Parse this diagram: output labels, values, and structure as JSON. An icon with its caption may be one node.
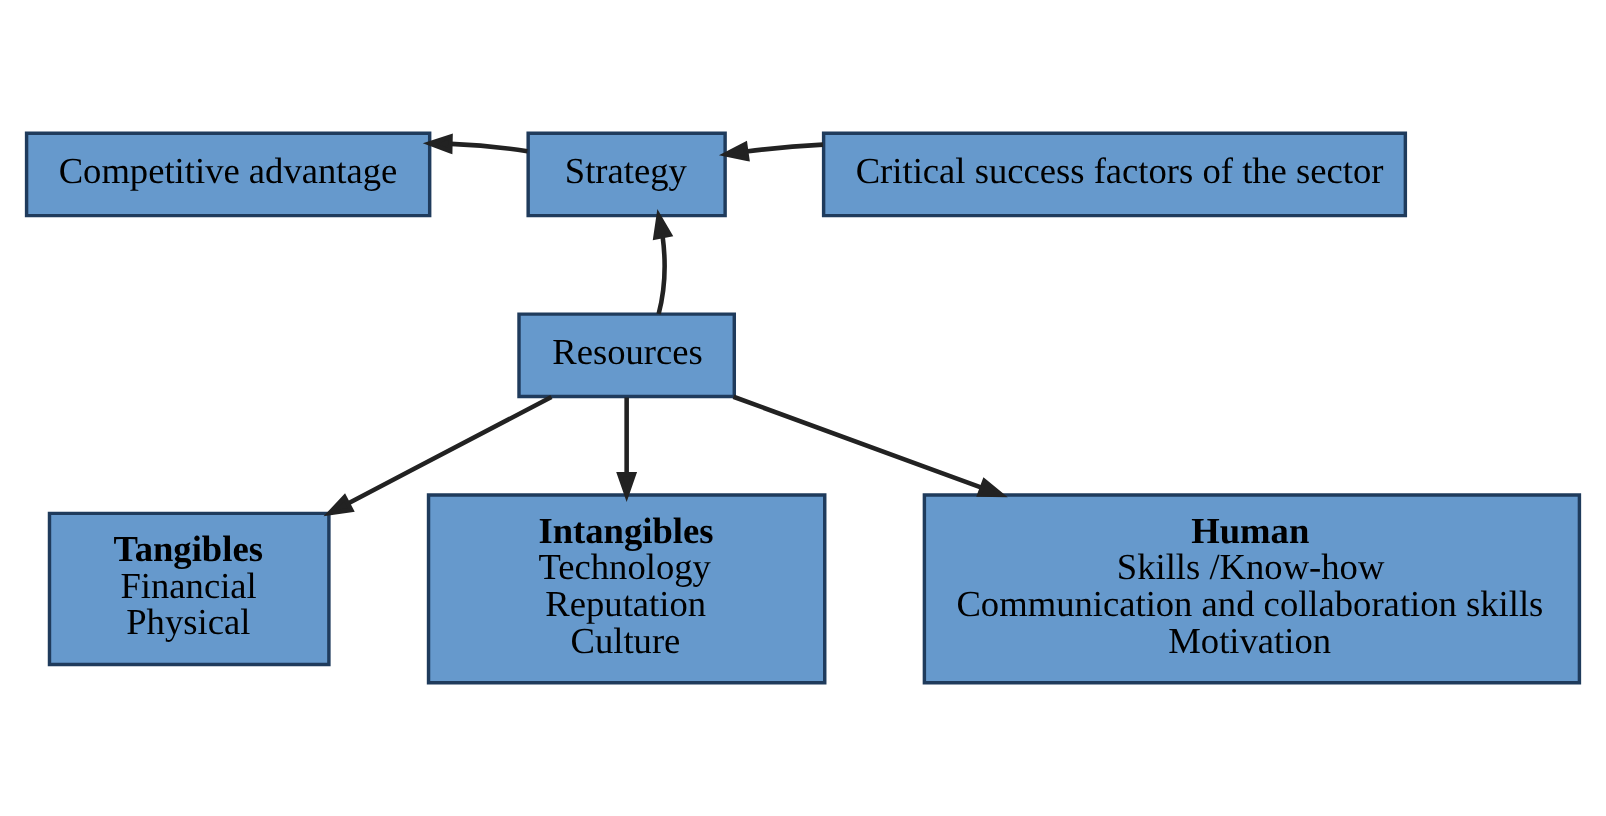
{
  "diagram": {
    "nodes": [
      {
        "text": [
          "Competitive advantage"
        ]
      },
      {
        "text": [
          "Strategy"
        ]
      },
      {
        "text": [
          "Critical success factors of the sector"
        ]
      },
      {
        "text": [
          "Resources"
        ]
      },
      {
        "text": [
          "Tangibles",
          "Financial",
          "Physical"
        ]
      },
      {
        "text": [
          "Intangibles",
          "Technology",
          "Reputation",
          "Culture"
        ]
      },
      {
        "text": [
          "Human",
          "Skills /Know-how",
          "Communication and collaboration skills",
          "Motivation"
        ]
      }
    ],
    "edges": [
      {
        "from": 1,
        "to": 0,
        "arrow": "to"
      },
      {
        "from": 2,
        "to": 1,
        "arrow": "to"
      },
      {
        "from": 3,
        "to": 1,
        "arrow": "to"
      },
      {
        "from": 3,
        "to": 4,
        "arrow": "to"
      },
      {
        "from": 3,
        "to": 5,
        "arrow": "to"
      },
      {
        "from": 3,
        "to": 6,
        "arrow": "to"
      }
    ]
  }
}
